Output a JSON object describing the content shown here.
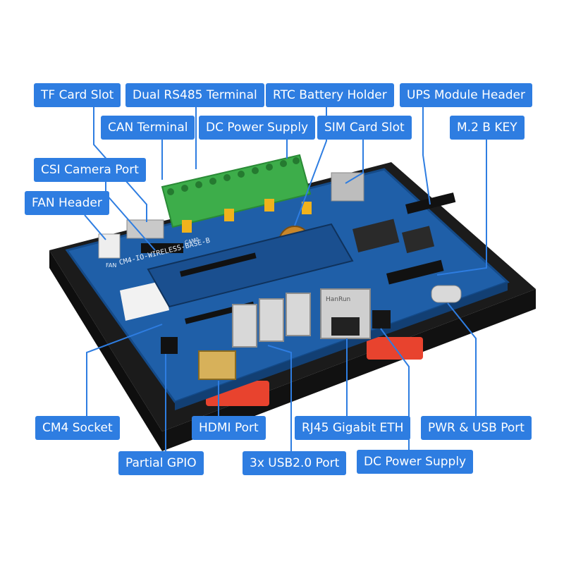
{
  "diagram": {
    "labels": {
      "tf_card_slot": "TF Card Slot",
      "dual_rs485_terminal": "Dual RS485 Terminal",
      "rtc_battery_holder": "RTC Battery Holder",
      "ups_module_header": "UPS Module Header",
      "can_terminal": "CAN Terminal",
      "dc_power_supply_top": "DC Power Supply",
      "sim_card_slot": "SIM Card Slot",
      "m2_b_key": "M.2 B KEY",
      "csi_camera_port": "CSI Camera Port",
      "fan_header": "FAN Header",
      "cm4_socket": "CM4 Socket",
      "hdmi_port": "HDMI Port",
      "rj45_gigabit_eth": "RJ45 Gigabit ETH",
      "pwr_usb_port": "PWR & USB Port",
      "partial_gpio": "Partial GPIO",
      "usb_ports": "3x USB2.0 Port",
      "dc_power_supply_bottom": "DC Power Supply"
    },
    "board_silkscreen": {
      "model": "CM4-IO-WIRELESS-BASE-B",
      "fan": "FAN",
      "cam": "CAM0",
      "eth_chip": "HanRun"
    },
    "colors": {
      "label_bg": "#2e7de1",
      "label_text": "#ffffff",
      "leader_line": "#2e7de1",
      "pcb": "#1f5fa8",
      "enclosure": "#1c1c1c",
      "terminal_block": "#3dad4a",
      "rail_clip": "#e8432e"
    }
  }
}
